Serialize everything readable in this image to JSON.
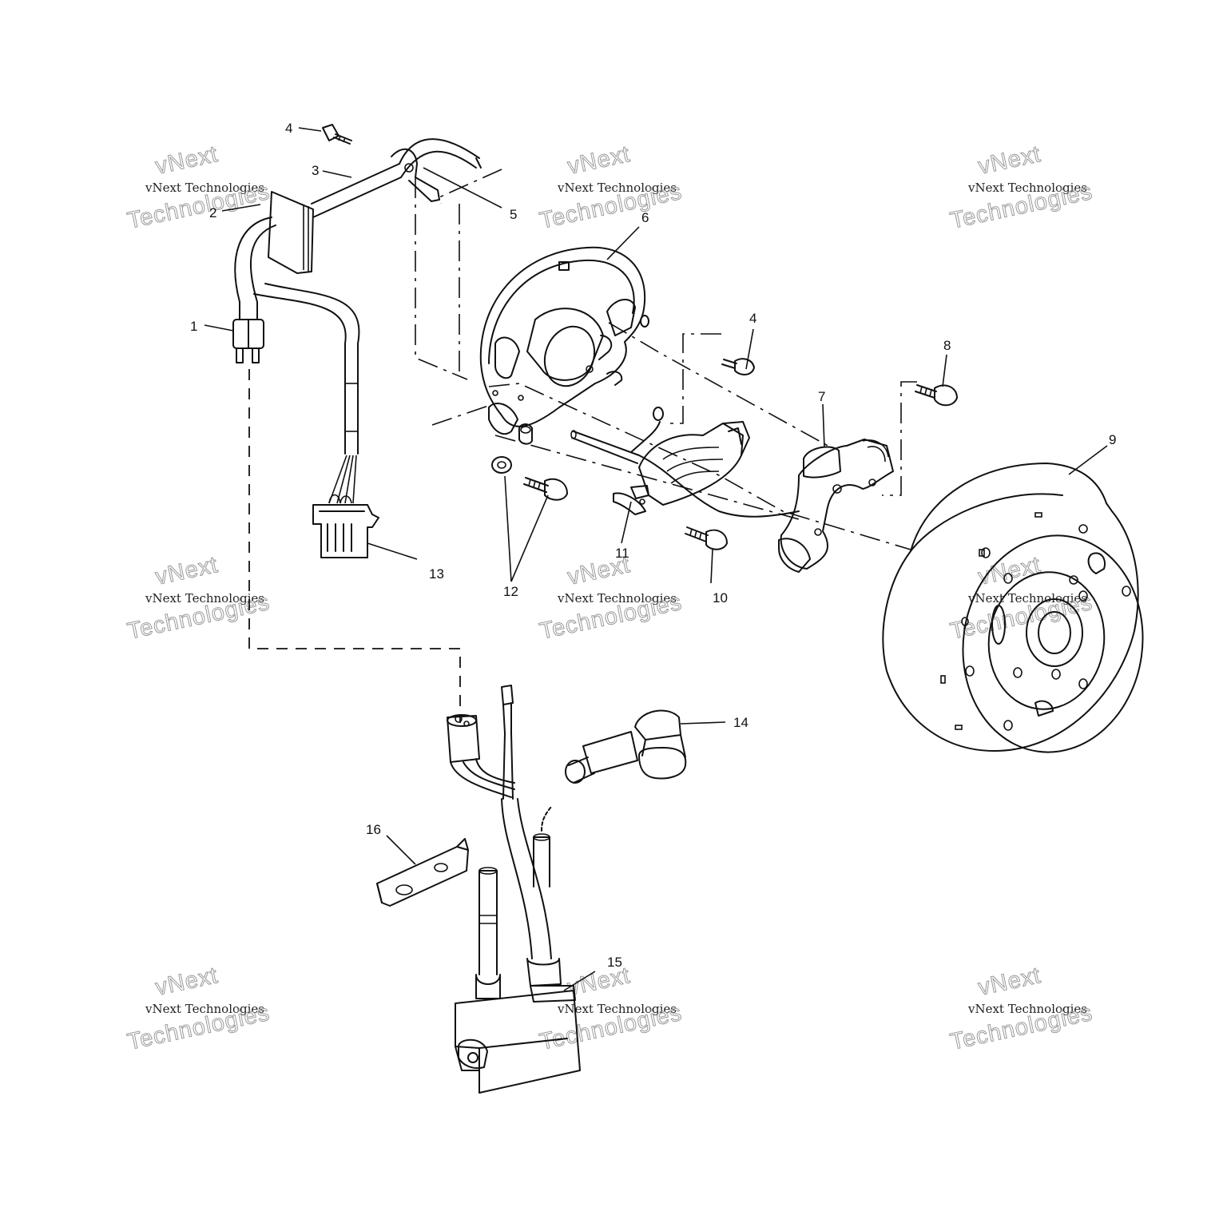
{
  "callouts": [
    "1",
    "2",
    "3",
    "4",
    "5",
    "6",
    "4",
    "8",
    "7",
    "9",
    "11",
    "10",
    "12",
    "13",
    "14",
    "15",
    "16"
  ],
  "watermark": {
    "line": "vNext Technologies",
    "big_a": "vNext",
    "big_b": "Technologies"
  }
}
